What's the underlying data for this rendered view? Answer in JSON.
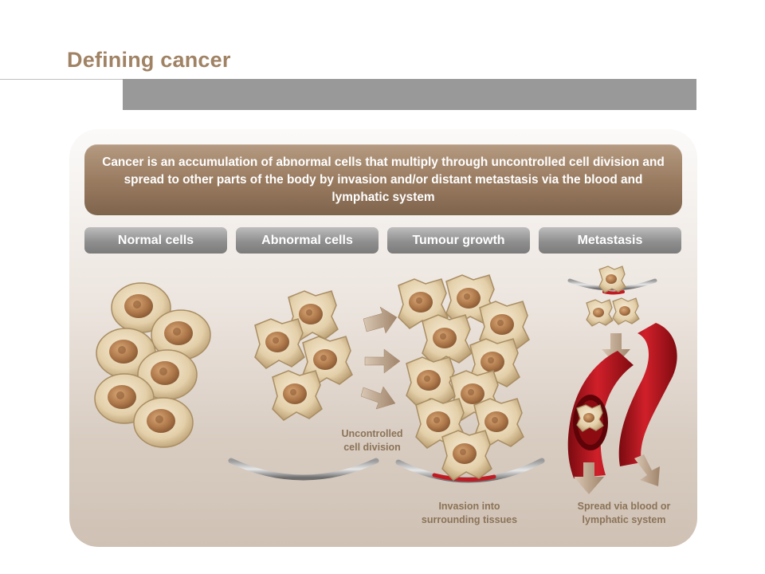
{
  "title": "Defining cancer",
  "definition": "Cancer is an accumulation of abnormal cells that multiply through uncontrolled cell division and spread to other parts of the body by invasion and/or distant metastasis via the blood and lymphatic system",
  "stages": [
    {
      "label": "Normal cells"
    },
    {
      "label": "Abnormal cells"
    },
    {
      "label": "Tumour growth"
    },
    {
      "label": "Metastasis"
    }
  ],
  "annotations": {
    "uncontrolled_line1": "Uncontrolled",
    "uncontrolled_line2": "cell division",
    "invasion_line1": "Invasion into",
    "invasion_line2": "surrounding tissues",
    "spread_line1": "Spread via blood or",
    "spread_line2": "lymphatic system"
  },
  "colors": {
    "title": "#a08264",
    "definition_box": "#9a7c61",
    "stage_button": "#8f8f8f",
    "label_text": "#8b7358",
    "cell_body": "#e6d4b2",
    "cell_nucleus": "#b07a4c",
    "vessel": "#b3121a",
    "arrow": "#a88e76"
  }
}
